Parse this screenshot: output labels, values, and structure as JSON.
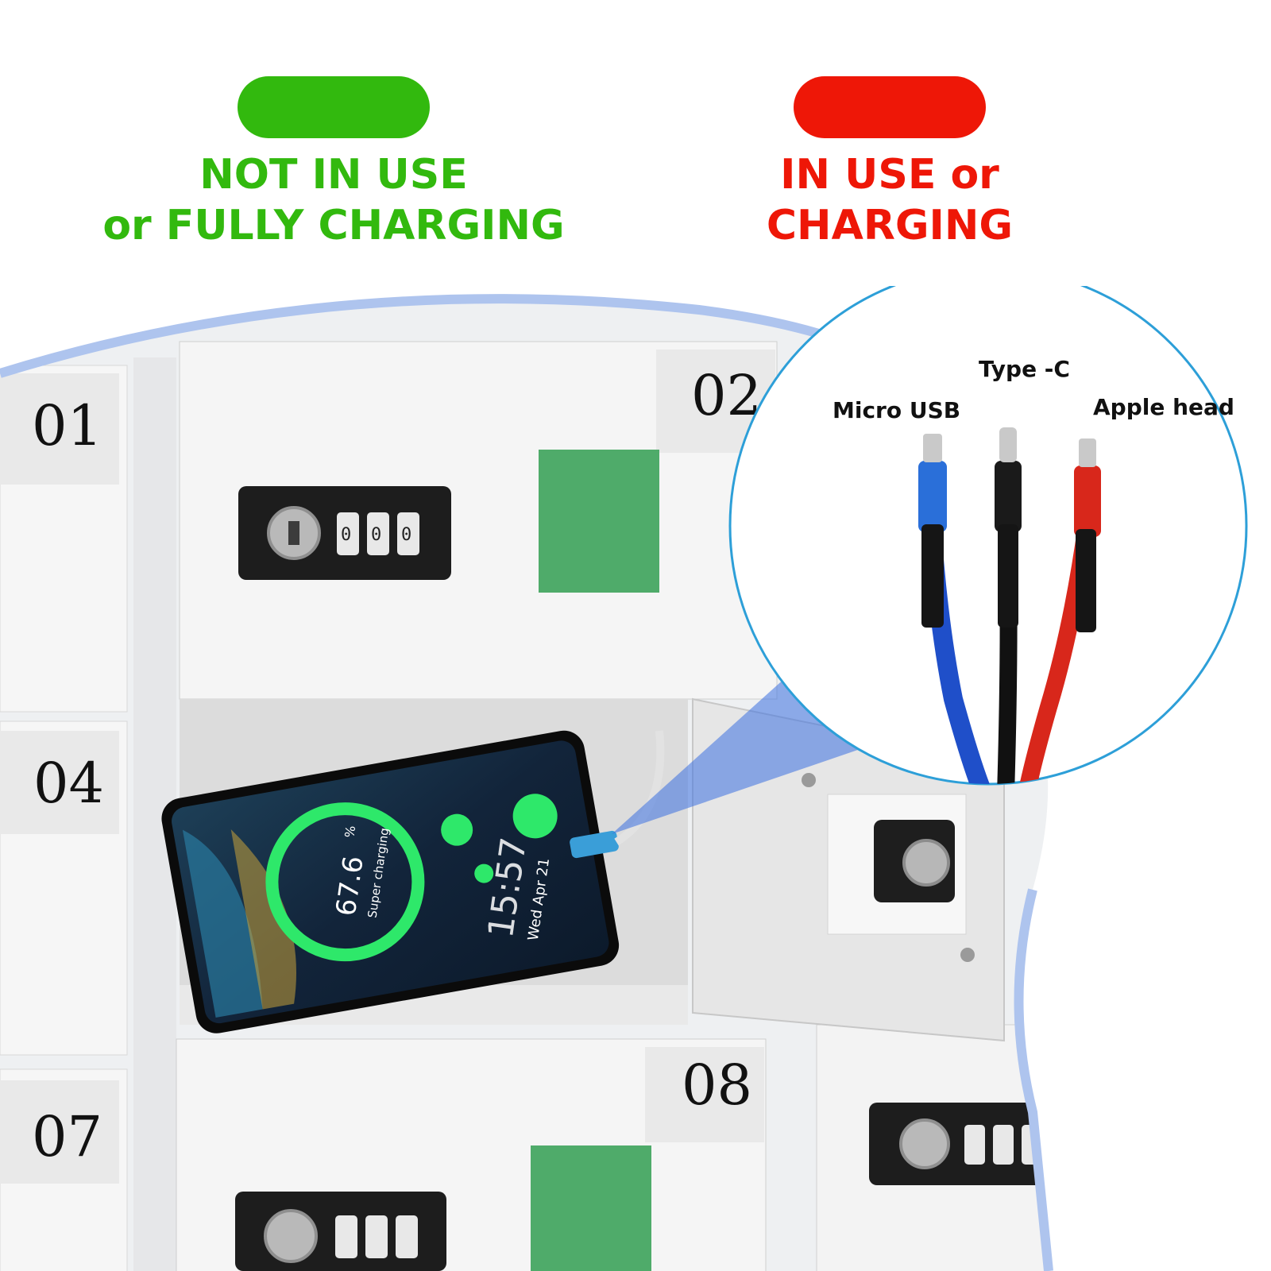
{
  "legend": {
    "available": {
      "caption": "NOT IN USE\nor FULLY CHARGING",
      "color": "#32b90e"
    },
    "occupied": {
      "caption": "IN USE or\nCHARGING",
      "color": "#ee1707"
    }
  },
  "lockers": {
    "numbers": [
      "01",
      "02",
      "04",
      "07",
      "08"
    ],
    "indicator_color": "#4fab6a",
    "lock_digits": [
      "0",
      "0",
      "0"
    ]
  },
  "phone": {
    "percent": "67.6",
    "percent_unit": "%",
    "status": "Super charging",
    "time": "15:57",
    "date": "Wed Apr 21"
  },
  "cables": {
    "labels": [
      "Type -C",
      "Micro USB",
      "Apple head"
    ],
    "colors": {
      "micro_usb": "#1f4fc9",
      "type_c": "#111111",
      "apple": "#d8271b"
    }
  },
  "accent": {
    "outline": "#aec4ee",
    "zoom_ring": "#2d9fd8",
    "zoom_beam": "#3b6fe0"
  }
}
